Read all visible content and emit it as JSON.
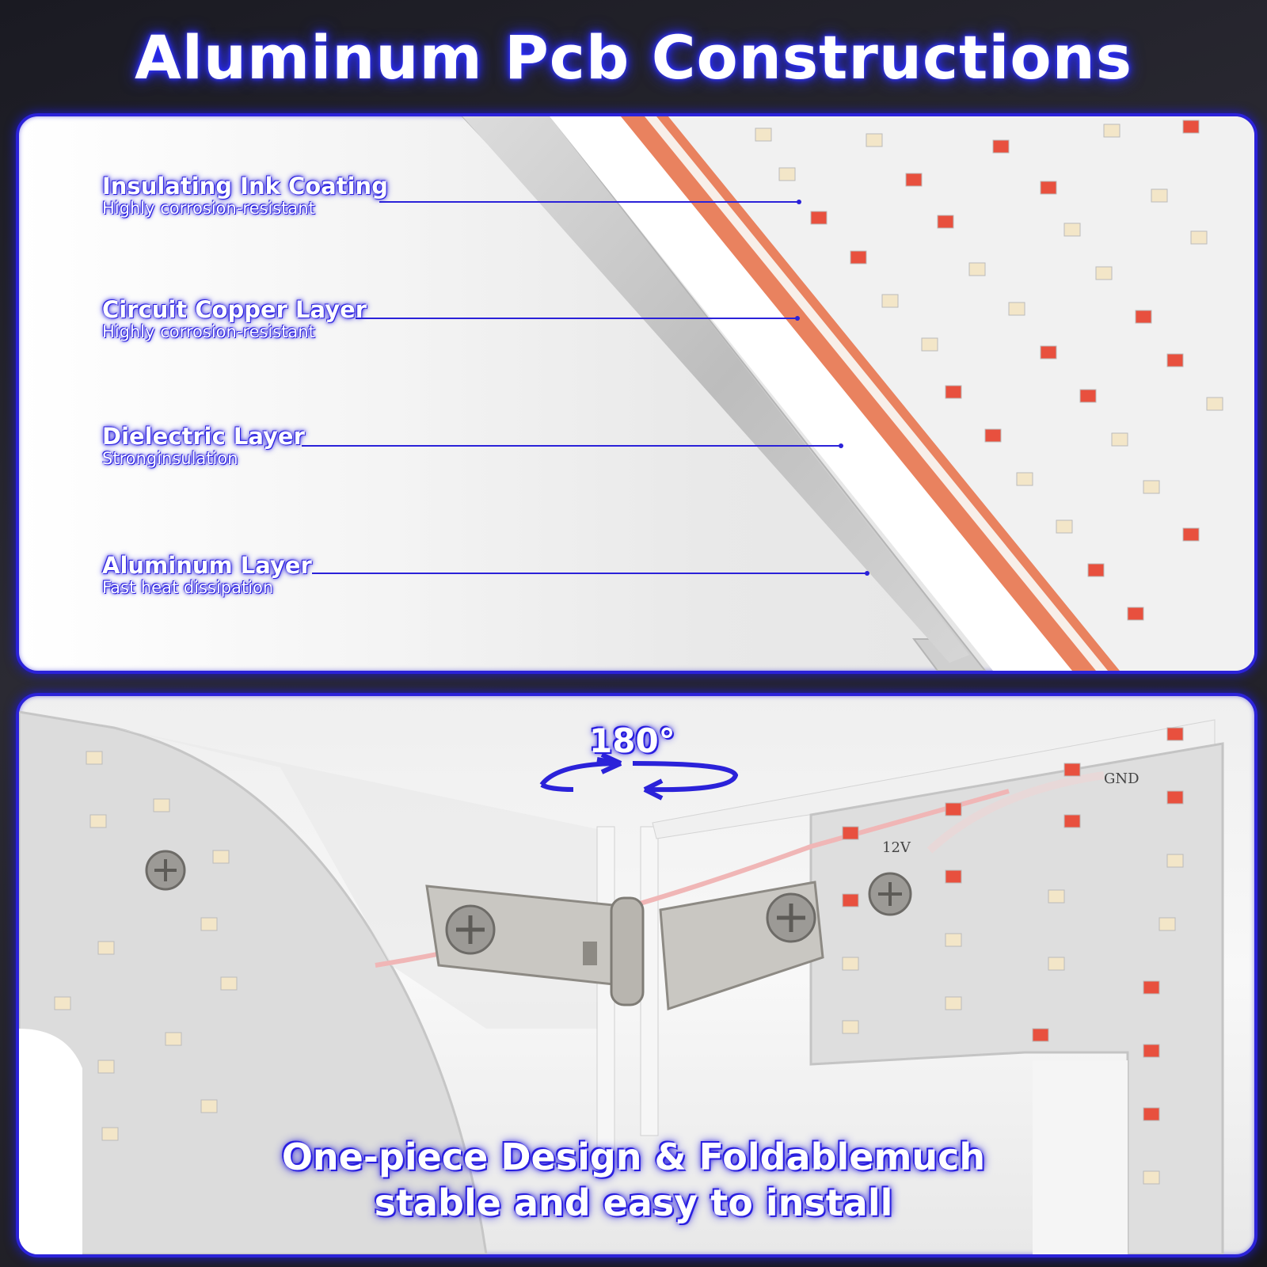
{
  "title": "Aluminum Pcb Constructions",
  "layers": [
    {
      "name": "Insulating Ink Coating",
      "desc": "Highly corrosion-resistant"
    },
    {
      "name": "Circuit Copper Layer",
      "desc": "Highly corrosion-resistant"
    },
    {
      "name": "Dielectric Layer",
      "desc": "Stronginsulation"
    },
    {
      "name": "Aluminum Layer",
      "desc": "Fast heat dissipation"
    }
  ],
  "rotation_label": "180°",
  "board_labels": {
    "voltage": "12V",
    "ground": "GND"
  },
  "caption": {
    "line1": "One-piece Design & Foldablemuch",
    "line2": "stable and easy to install"
  },
  "colors": {
    "accent": "#2b22d9",
    "copper": "#e07a5a",
    "led_red": "#e8503e",
    "led_warm": "#f3e6c8"
  },
  "icons": [
    "rotate-arrows-icon",
    "screw-icon",
    "hinge-bracket-icon"
  ]
}
